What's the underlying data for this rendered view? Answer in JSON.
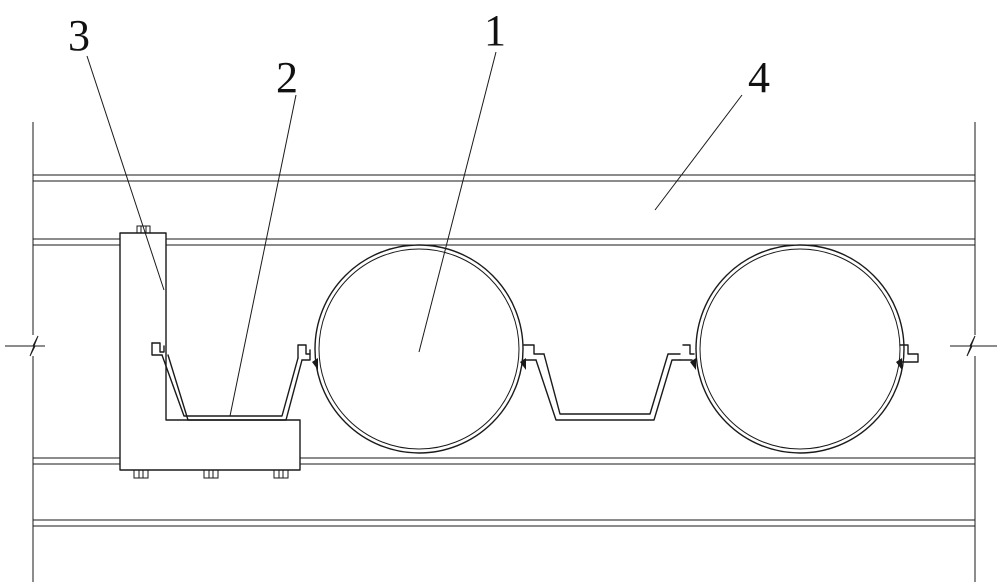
{
  "labels": {
    "l1": "1",
    "l2": "2",
    "l3": "3",
    "l4": "4"
  }
}
